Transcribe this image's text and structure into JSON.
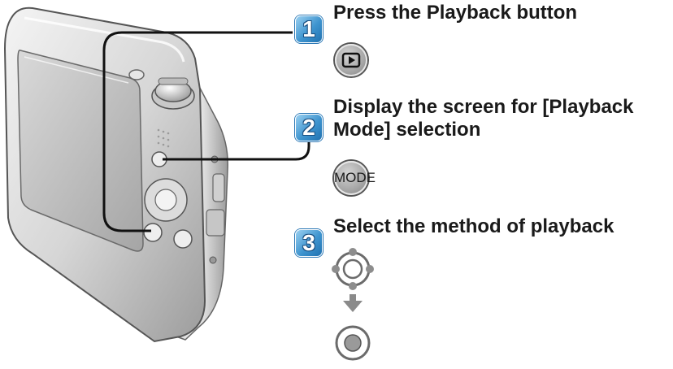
{
  "steps": [
    {
      "number": "1",
      "text": "Press the Playback button",
      "button": "playback-icon"
    },
    {
      "number": "2",
      "text_line1": "Display the screen for [Playback",
      "text_line2": "Mode] selection",
      "button_label": "MODE"
    },
    {
      "number": "3",
      "text": "Select the method of playback",
      "button": "cursor-buttons"
    }
  ],
  "colors": {
    "badge": "#3e94cf",
    "callout_line": "#111111",
    "arrow": "#8a8a8a"
  }
}
